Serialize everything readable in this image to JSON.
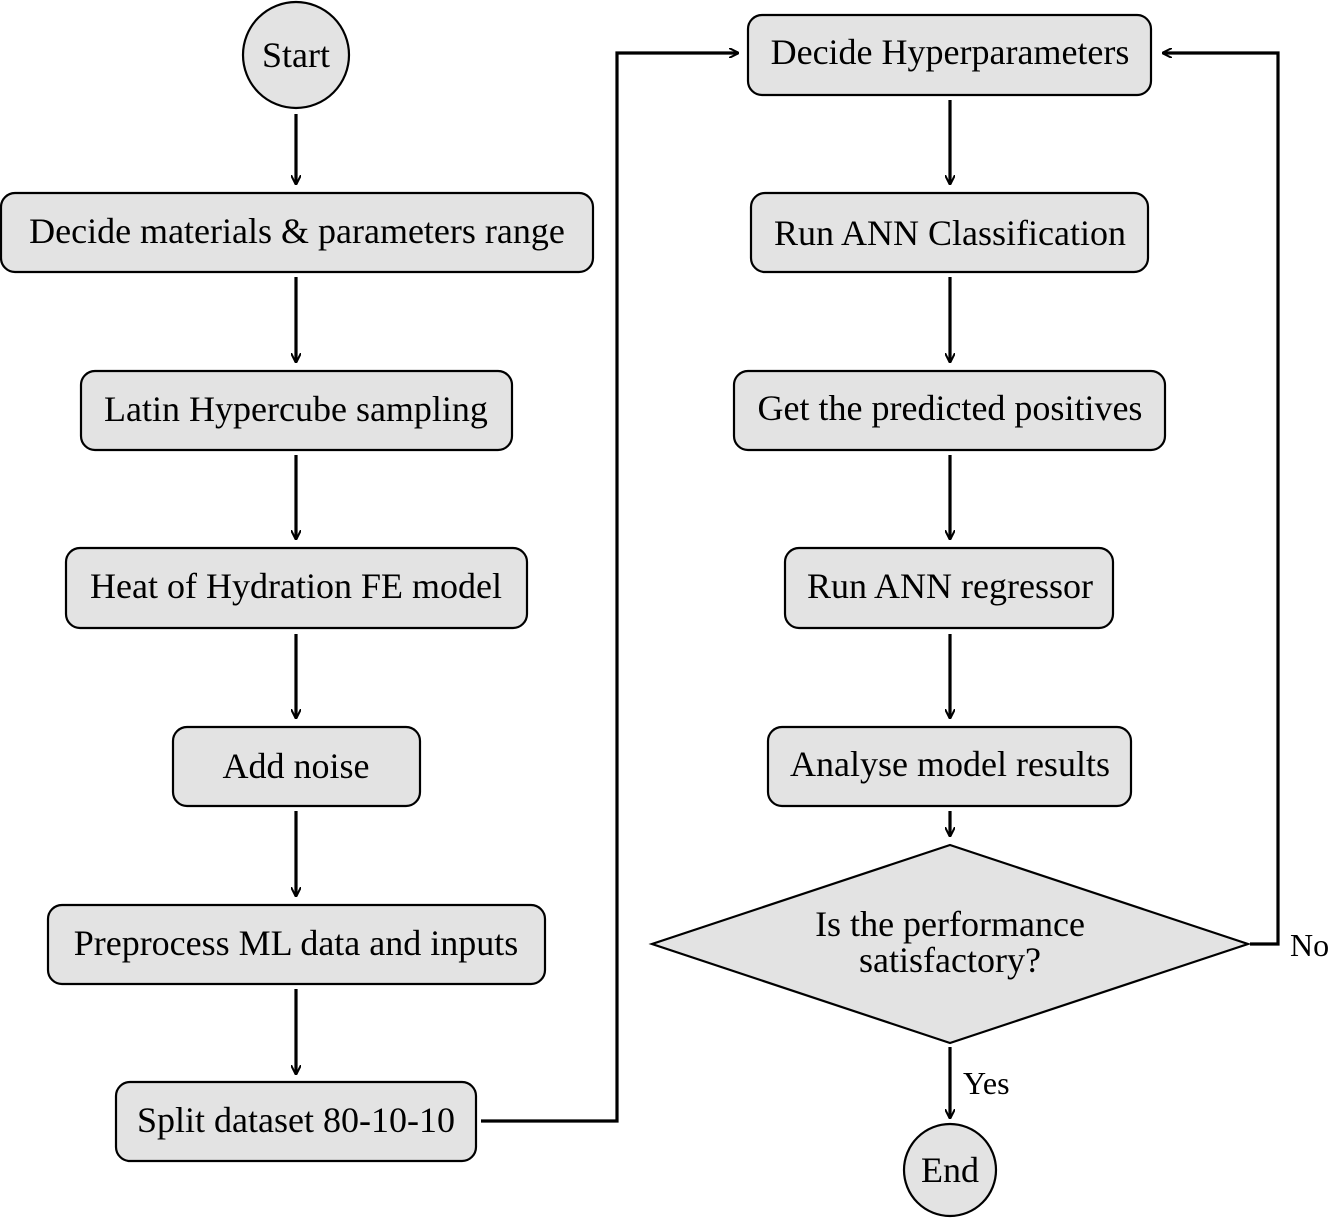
{
  "diagram": {
    "colors": {
      "node_fill": "#e3e3e3",
      "stroke": "#000000",
      "background": "#ffffff",
      "text": "#000000"
    },
    "nodes": {
      "start": "Start",
      "decide_materials": "Decide materials & parameters range",
      "latin_hypercube": "Latin Hypercube sampling",
      "heat_of_hydration": "Heat of Hydration FE model",
      "add_noise": "Add noise",
      "preprocess": "Preprocess ML data and inputs",
      "split_dataset": "Split dataset 80-10-10",
      "decide_hyperparameters": "Decide Hyperparameters",
      "run_classification": "Run ANN Classification",
      "predicted_positives": "Get the predicted positives",
      "run_regressor": "Run ANN regressor",
      "analyse_results": "Analyse model results",
      "decision_line1": "Is the performance",
      "decision_line2": "satisfactory?",
      "end": "End"
    },
    "edge_labels": {
      "no": "No",
      "yes": "Yes"
    }
  }
}
